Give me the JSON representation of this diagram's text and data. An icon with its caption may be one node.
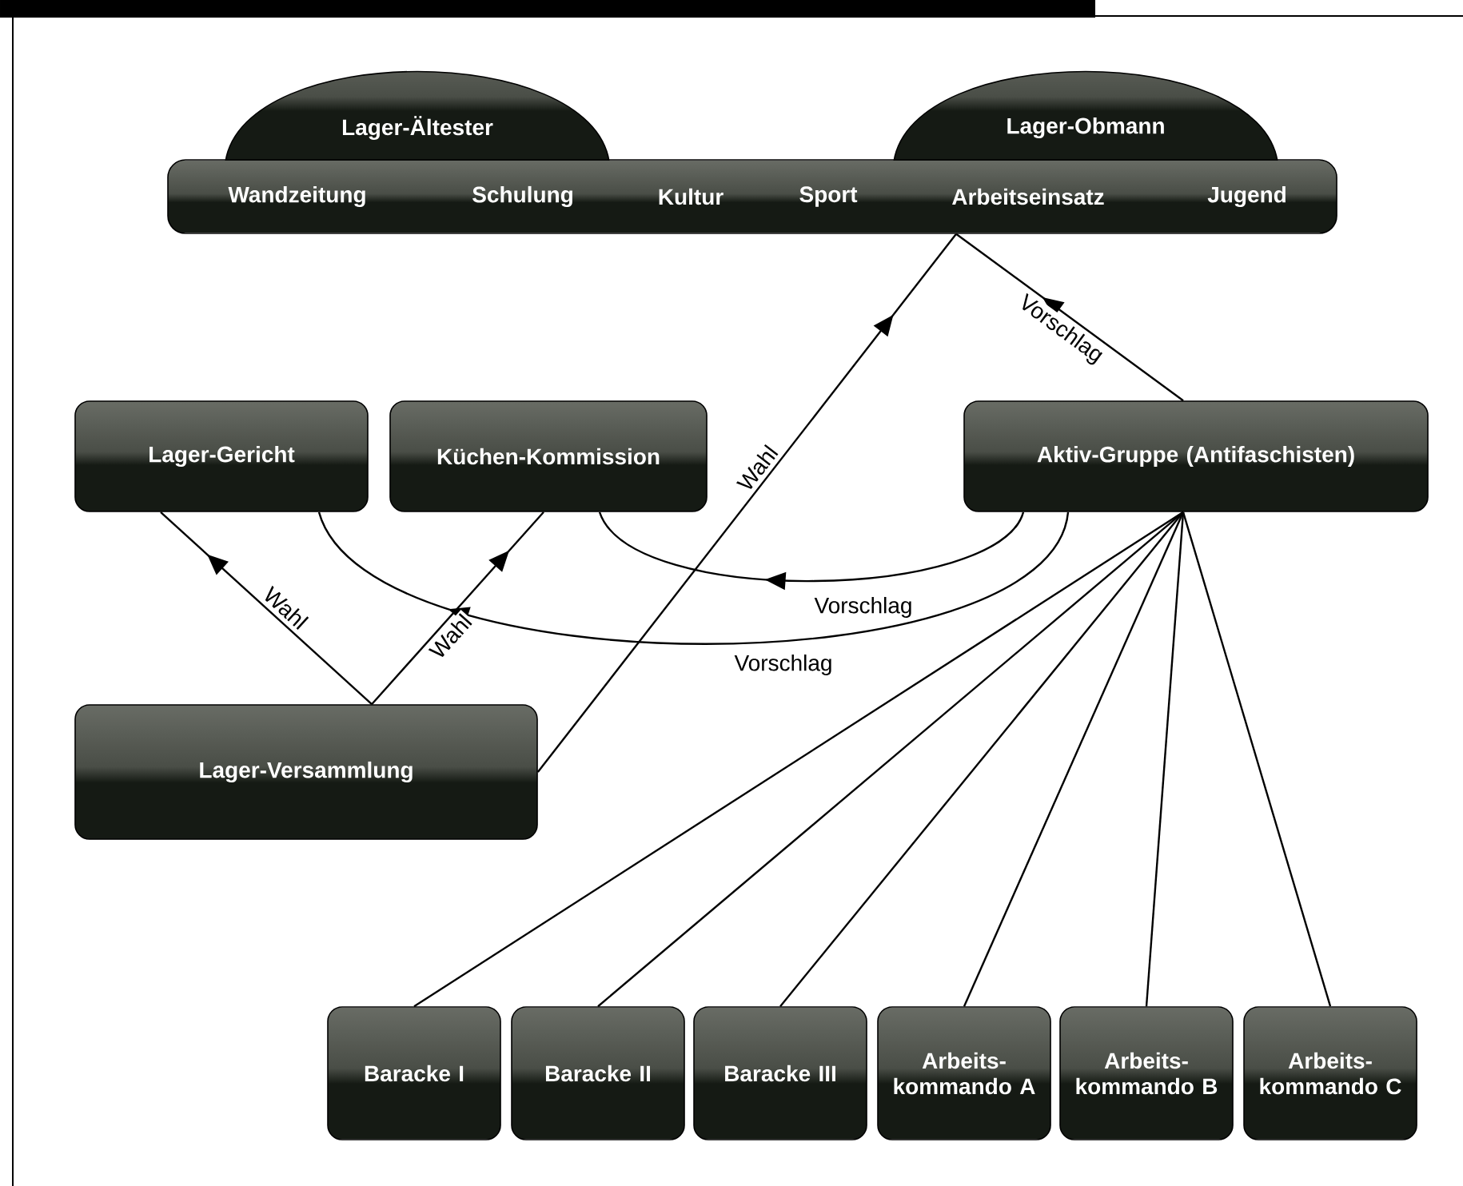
{
  "diagram": {
    "nodes": [
      {
        "text": [
          "Lager-Ältester"
        ]
      },
      {
        "text": [
          "Lager-Obmann"
        ]
      },
      {
        "text": [
          "Wandzeitung",
          "Schulung",
          "Kultur",
          "Sport",
          "Arbeitseinsatz",
          "Jugend"
        ]
      },
      {
        "text": [
          "Lager-Gericht"
        ]
      },
      {
        "text": [
          "Küchen-Kommission"
        ]
      },
      {
        "text": [
          "Aktiv-Gruppe (Antifaschisten)"
        ]
      },
      {
        "text": [
          "Lager-Versammlung"
        ]
      },
      {
        "text": [
          "Baracke I"
        ]
      },
      {
        "text": [
          "Baracke II"
        ]
      },
      {
        "text": [
          "Baracke III"
        ]
      },
      {
        "text": [
          "Arbeits-kommando A"
        ]
      },
      {
        "text": [
          "Arbeits-kommando B"
        ]
      },
      {
        "text": [
          "Arbeits-kommando C"
        ]
      }
    ],
    "edges": [
      {
        "from": 6,
        "to": 2,
        "arrow": "to",
        "label": "Wahl"
      },
      {
        "from": 5,
        "to": 2,
        "arrow": "to",
        "label": "Vorschlag"
      },
      {
        "from": 6,
        "to": 3,
        "arrow": "to",
        "label": "Wahl"
      },
      {
        "from": 6,
        "to": 4,
        "arrow": "to",
        "label": "Wahl"
      },
      {
        "from": 5,
        "to": 4,
        "arrow": "to",
        "label": "Vorschlag"
      },
      {
        "from": 5,
        "to": 3,
        "arrow": "to",
        "label": "Vorschlag"
      },
      {
        "from": 5,
        "to": 7,
        "arrow": "none"
      },
      {
        "from": 5,
        "to": 8,
        "arrow": "none"
      },
      {
        "from": 5,
        "to": 9,
        "arrow": "none"
      },
      {
        "from": 5,
        "to": 10,
        "arrow": "none"
      },
      {
        "from": 5,
        "to": 11,
        "arrow": "none"
      },
      {
        "from": 5,
        "to": 12,
        "arrow": "none"
      }
    ]
  }
}
